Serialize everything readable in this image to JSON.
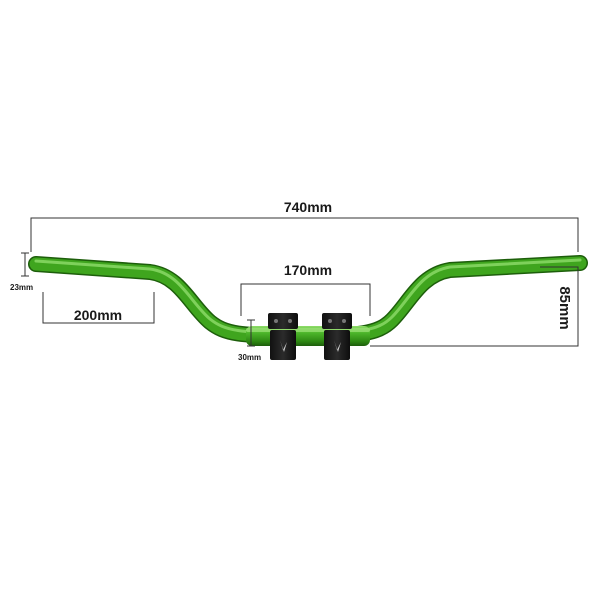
{
  "product": {
    "name": "",
    "colors": {
      "bar": "#3fa51e",
      "bar_light": "#7fd45a",
      "bar_dark": "#1f6b0c",
      "clamp": "#1c1c1c",
      "dimension_line": "#333333"
    }
  },
  "dimensions": {
    "overall_width": "740mm",
    "clamp_spacing": "170mm",
    "end_straight": "200mm",
    "rise": "85mm",
    "end_diameter": "23mm",
    "center_diameter": "30mm"
  }
}
